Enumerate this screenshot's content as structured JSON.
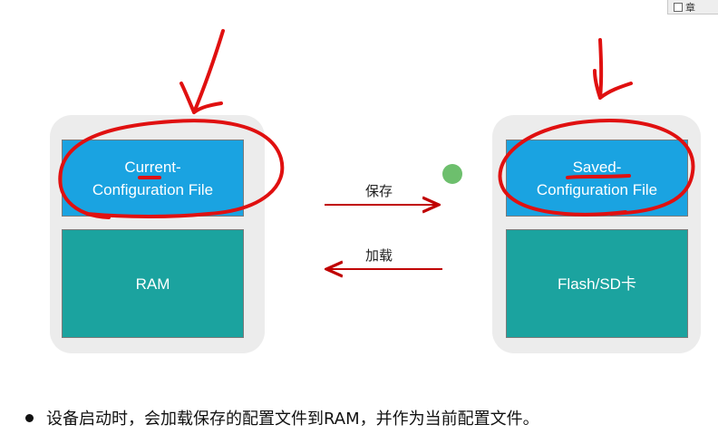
{
  "diagram": {
    "left": {
      "top_line1": "Current-",
      "top_line2": "Configuration  File",
      "bottom": "RAM"
    },
    "right": {
      "top_line1": "Saved-",
      "top_line2": "Configuration  File",
      "bottom": "Flash/SD卡"
    },
    "arrow_save_label": "保存",
    "arrow_load_label": "加载"
  },
  "bullet": "设备启动时，会加载保存的配置文件到RAM，并作为当前配置文件。",
  "corner_text": "章",
  "colors": {
    "blue": "#1aa3e1",
    "teal": "#1ba39f",
    "annotation_red": "#e01010",
    "arrow_red": "#c00000"
  }
}
